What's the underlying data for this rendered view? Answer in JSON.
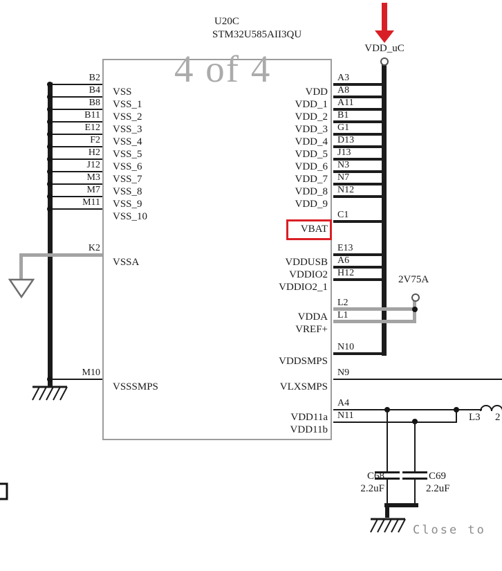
{
  "page": {
    "watermark": "4 of 4",
    "close_note": "Close to"
  },
  "chip": {
    "refdes": "U20C",
    "part": "STM32U585AII3QU",
    "left_pins": {
      "vss": [
        {
          "number": "B2",
          "name": "VSS"
        },
        {
          "number": "B4",
          "name": "VSS_1"
        },
        {
          "number": "B8",
          "name": "VSS_2"
        },
        {
          "number": "B11",
          "name": "VSS_3"
        },
        {
          "number": "E12",
          "name": "VSS_4"
        },
        {
          "number": "F2",
          "name": "VSS_5"
        },
        {
          "number": "H2",
          "name": "VSS_6"
        },
        {
          "number": "J12",
          "name": "VSS_7"
        },
        {
          "number": "M3",
          "name": "VSS_8"
        },
        {
          "number": "M7",
          "name": "VSS_9"
        },
        {
          "number": "M11",
          "name": "VSS_10"
        }
      ],
      "vssa": {
        "number": "K2",
        "name": "VSSA"
      },
      "vsssmps": {
        "number": "M10",
        "name": "VSSSMPS"
      }
    },
    "right_pins": {
      "vdd": [
        {
          "number": "A3",
          "name": "VDD"
        },
        {
          "number": "A8",
          "name": "VDD_1"
        },
        {
          "number": "A11",
          "name": "VDD_2"
        },
        {
          "number": "B1",
          "name": "VDD_3"
        },
        {
          "number": "G1",
          "name": "VDD_4"
        },
        {
          "number": "D13",
          "name": "VDD_5"
        },
        {
          "number": "J13",
          "name": "VDD_6"
        },
        {
          "number": "N3",
          "name": "VDD_7"
        },
        {
          "number": "N7",
          "name": "VDD_8"
        },
        {
          "number": "N12",
          "name": "VDD_9"
        }
      ],
      "vbat": {
        "number": "C1",
        "name": "VBAT"
      },
      "io": [
        {
          "number": "E13",
          "name": "VDDUSB"
        },
        {
          "number": "A6",
          "name": "VDDIO2"
        },
        {
          "number": "H12",
          "name": "VDDIO2_1"
        }
      ],
      "analog": [
        {
          "number": "L2",
          "name": "VDDA"
        },
        {
          "number": "L1",
          "name": "VREF+"
        }
      ],
      "vddsmps": {
        "number": "N10",
        "name": "VDDSMPS"
      },
      "vlxsmps": {
        "number": "N9",
        "name": "VLXSMPS"
      },
      "vdd11": [
        {
          "number": "A4",
          "name": "VDD11a"
        },
        {
          "number": "N11",
          "name": "VDD11b"
        }
      ]
    }
  },
  "nets": {
    "vdd_uc": "VDD_uC",
    "analog": "2V75A"
  },
  "components": {
    "c68": {
      "refdes": "C68",
      "value": "2.2uF"
    },
    "c69": {
      "refdes": "C69",
      "value": "2.2uF"
    },
    "l3": {
      "refdes": "L3",
      "value_partial": "2"
    }
  },
  "colors": {
    "highlight_red": "#db1f26",
    "wire_gray": "#a3a3a3",
    "bus_black": "#1c1c1c"
  }
}
